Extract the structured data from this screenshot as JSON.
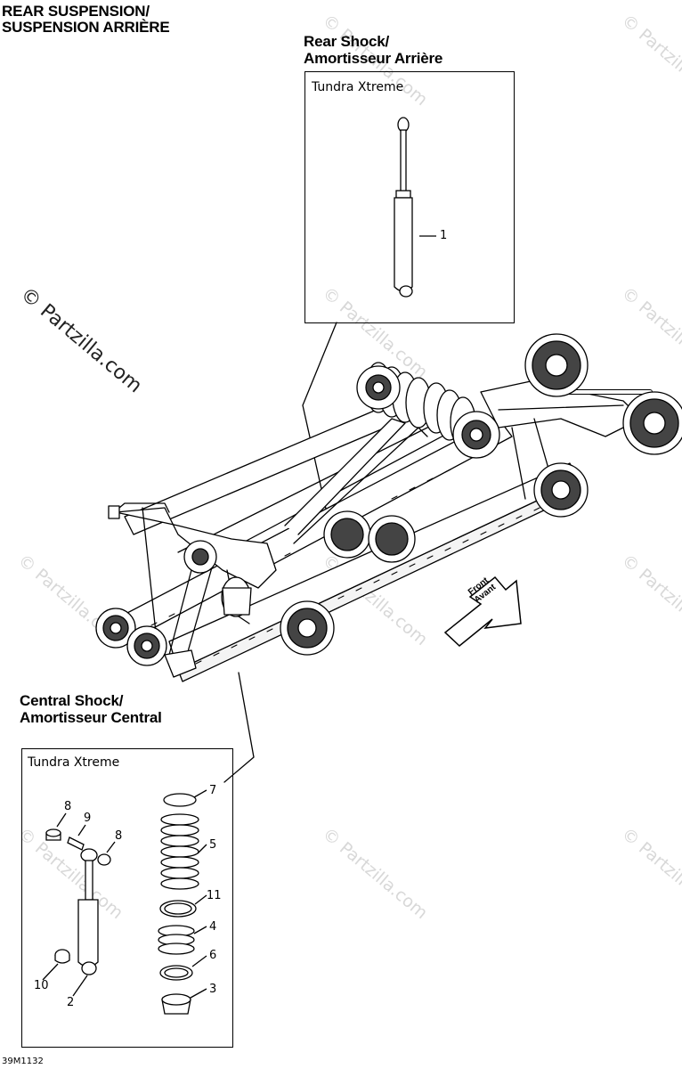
{
  "header": {
    "title_line1": "REAR SUSPENSION/",
    "title_line2": "SUSPENSION ARRIÈRE"
  },
  "rear_shock": {
    "title_line1": "Rear Shock/",
    "title_line2": "Amortisseur Arrière",
    "model": "Tundra Xtreme",
    "callouts": [
      "1"
    ]
  },
  "central_shock": {
    "title_line1": "Central Shock/",
    "title_line2": "Amortisseur Central",
    "model": "Tundra Xtreme",
    "callouts": {
      "c7": "7",
      "c5": "5",
      "c11": "11",
      "c4": "4",
      "c6": "6",
      "c3": "3",
      "c8a": "8",
      "c9": "9",
      "c8b": "8",
      "c10": "10",
      "c2": "2"
    }
  },
  "direction_arrow": {
    "line1": "Front",
    "line2": "Avant"
  },
  "watermark": {
    "text": "© Partzilla.com"
  },
  "figure_code": "39M1132"
}
